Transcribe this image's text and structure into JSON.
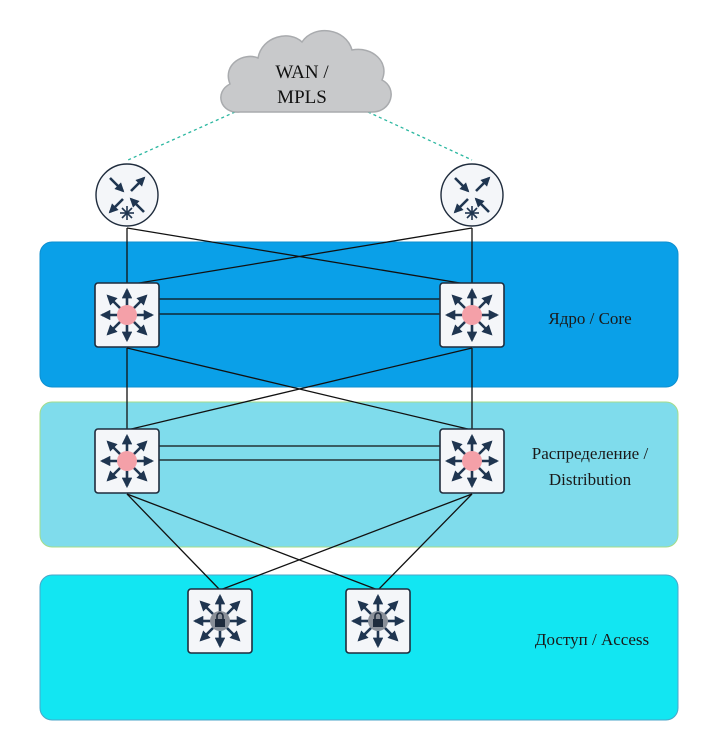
{
  "cloud": {
    "label_line1": "WAN /",
    "label_line2": "MPLS"
  },
  "layers": {
    "core": {
      "label": "Ядро / Core",
      "color": "#0aa0e8"
    },
    "distribution": {
      "label_line1": "Распределение /",
      "label_line2": "Distribution",
      "color": "#7fdcec"
    },
    "access": {
      "label": "Доступ / Access",
      "color": "#12e6f2"
    }
  },
  "devices": {
    "routers": [
      "wan-router-left",
      "wan-router-right"
    ],
    "core_switches": [
      "core-switch-left",
      "core-switch-right"
    ],
    "distribution_switches": [
      "distribution-switch-left",
      "distribution-switch-right"
    ],
    "access_switches": [
      "access-switch-left",
      "access-switch-right"
    ]
  },
  "icons": {
    "router": "router-icon",
    "l3_switch": "layer3-switch-icon",
    "access_switch": "access-switch-lock-icon"
  }
}
